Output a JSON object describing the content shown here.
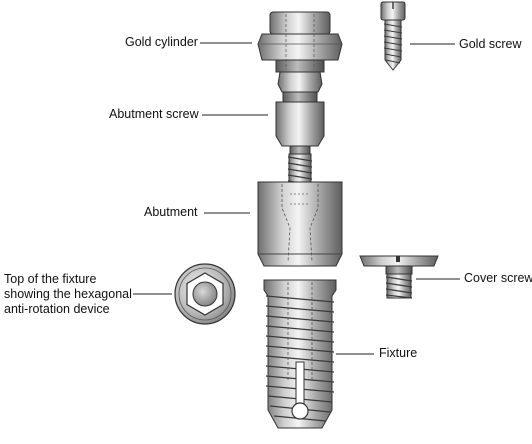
{
  "labels": {
    "gold_cylinder": "Gold cylinder",
    "gold_screw": "Gold screw",
    "abutment_screw": "Abutment screw",
    "abutment": "Abutment",
    "cover_screw": "Cover screw",
    "fixture_top": "Top of the fixture\nshowing the hexagonal\nanti-rotation device",
    "fixture": "Fixture"
  },
  "colors": {
    "metal_dark": "#6f6f6f",
    "metal_mid": "#b4b4b4",
    "metal_light": "#f1f1f1",
    "outline": "#333333",
    "label_text": "#111111",
    "leader_line": "#222222"
  }
}
